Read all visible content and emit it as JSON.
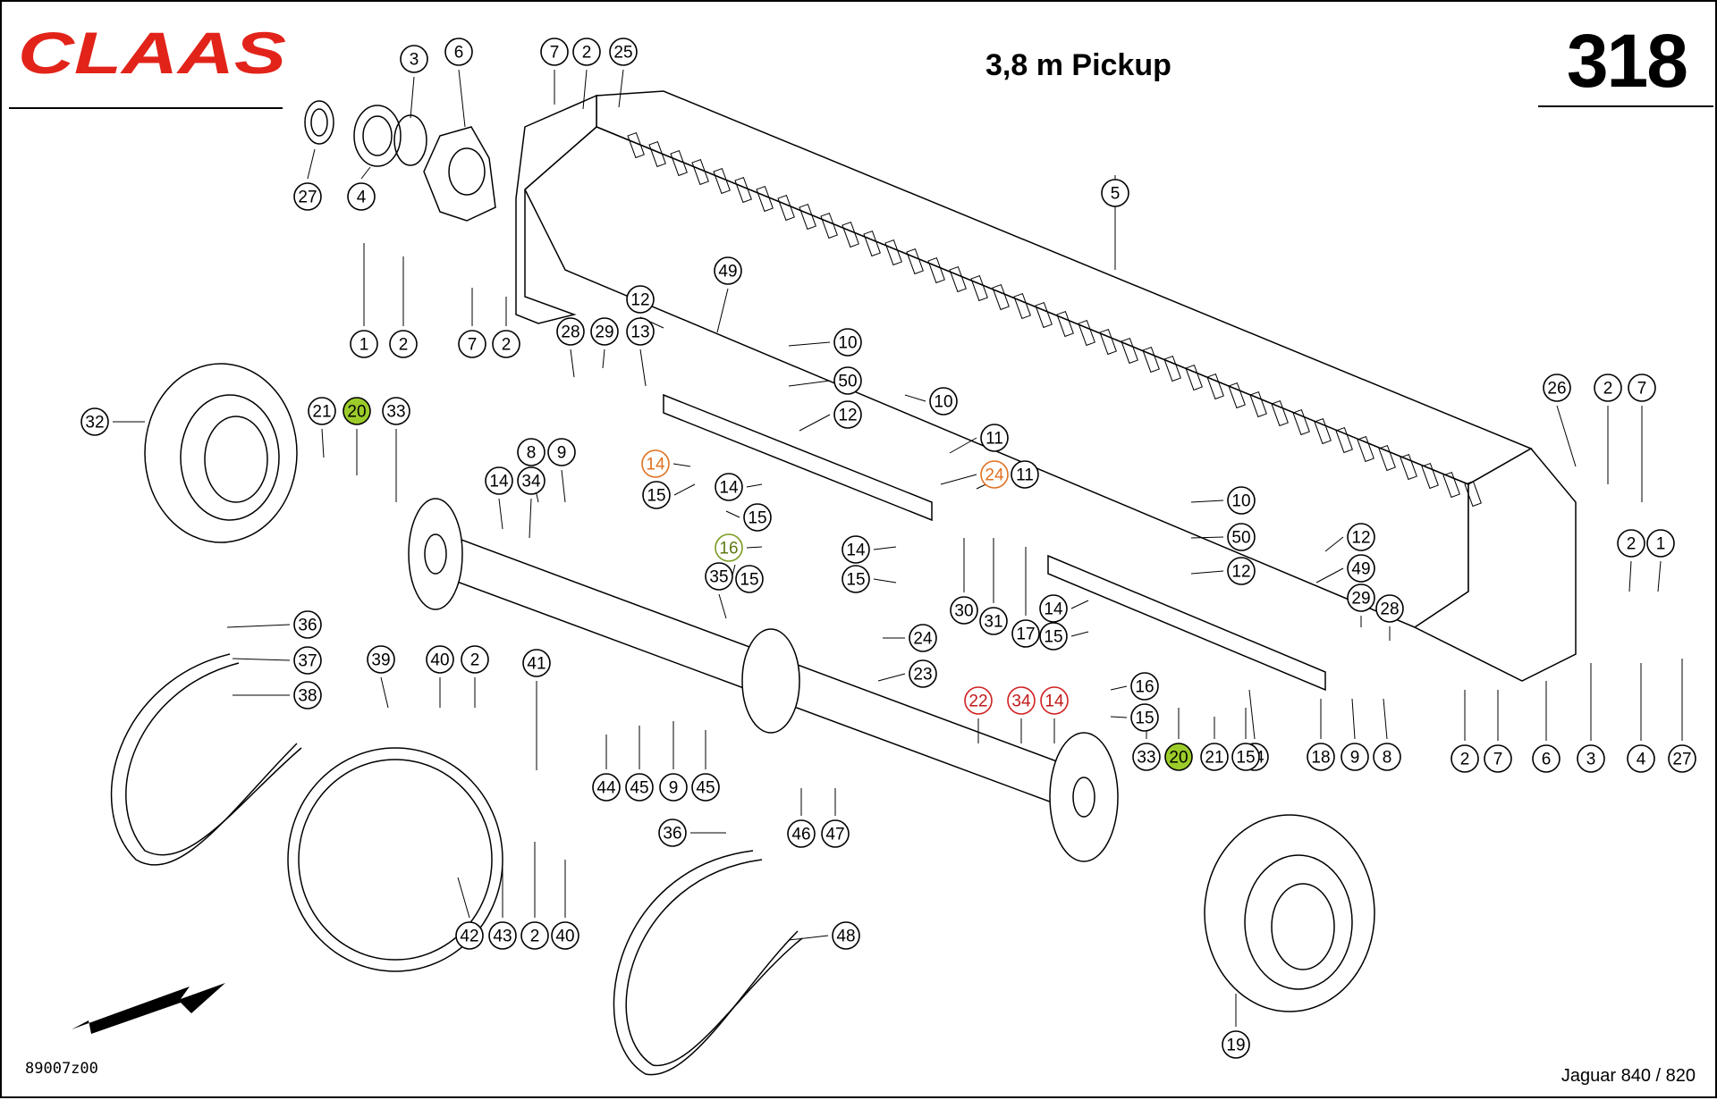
{
  "header": {
    "brand": "CLAAS",
    "title": "3,8 m Pickup",
    "page_number": "318"
  },
  "footer": {
    "drawing_code": "89007z00",
    "model": "Jaguar 840 / 820"
  },
  "colors": {
    "brand_red": "#e2231a",
    "highlight_green": "#9ccc2a",
    "highlight_orange": "#e07020",
    "highlight_olive": "#7a9a20",
    "highlight_red": "#d02020"
  },
  "callouts": [
    {
      "n": "27",
      "hl": ""
    },
    {
      "n": "4",
      "hl": ""
    },
    {
      "n": "3",
      "hl": ""
    },
    {
      "n": "6",
      "hl": ""
    },
    {
      "n": "7",
      "hl": ""
    },
    {
      "n": "2",
      "hl": ""
    },
    {
      "n": "25",
      "hl": ""
    },
    {
      "n": "5",
      "hl": ""
    },
    {
      "n": "1",
      "hl": ""
    },
    {
      "n": "2",
      "hl": ""
    },
    {
      "n": "7",
      "hl": ""
    },
    {
      "n": "2",
      "hl": ""
    },
    {
      "n": "49",
      "hl": ""
    },
    {
      "n": "12",
      "hl": ""
    },
    {
      "n": "28",
      "hl": ""
    },
    {
      "n": "29",
      "hl": ""
    },
    {
      "n": "13",
      "hl": ""
    },
    {
      "n": "10",
      "hl": ""
    },
    {
      "n": "50",
      "hl": ""
    },
    {
      "n": "12",
      "hl": ""
    },
    {
      "n": "10",
      "hl": ""
    },
    {
      "n": "11",
      "hl": ""
    },
    {
      "n": "24",
      "hl": "orange"
    },
    {
      "n": "11",
      "hl": ""
    },
    {
      "n": "32",
      "hl": ""
    },
    {
      "n": "21",
      "hl": ""
    },
    {
      "n": "20",
      "hl": "green"
    },
    {
      "n": "33",
      "hl": ""
    },
    {
      "n": "8",
      "hl": ""
    },
    {
      "n": "9",
      "hl": ""
    },
    {
      "n": "14",
      "hl": "orange"
    },
    {
      "n": "15",
      "hl": ""
    },
    {
      "n": "14",
      "hl": ""
    },
    {
      "n": "34",
      "hl": ""
    },
    {
      "n": "14",
      "hl": ""
    },
    {
      "n": "15",
      "hl": ""
    },
    {
      "n": "16",
      "hl": "olive"
    },
    {
      "n": "14",
      "hl": ""
    },
    {
      "n": "35",
      "hl": ""
    },
    {
      "n": "15",
      "hl": ""
    },
    {
      "n": "15",
      "hl": ""
    },
    {
      "n": "30",
      "hl": ""
    },
    {
      "n": "31",
      "hl": ""
    },
    {
      "n": "17",
      "hl": ""
    },
    {
      "n": "10",
      "hl": ""
    },
    {
      "n": "50",
      "hl": ""
    },
    {
      "n": "12",
      "hl": ""
    },
    {
      "n": "12",
      "hl": ""
    },
    {
      "n": "49",
      "hl": ""
    },
    {
      "n": "14",
      "hl": ""
    },
    {
      "n": "15",
      "hl": ""
    },
    {
      "n": "26",
      "hl": ""
    },
    {
      "n": "2",
      "hl": ""
    },
    {
      "n": "7",
      "hl": ""
    },
    {
      "n": "2",
      "hl": ""
    },
    {
      "n": "1",
      "hl": ""
    },
    {
      "n": "29",
      "hl": ""
    },
    {
      "n": "28",
      "hl": ""
    },
    {
      "n": "36",
      "hl": ""
    },
    {
      "n": "37",
      "hl": ""
    },
    {
      "n": "38",
      "hl": ""
    },
    {
      "n": "39",
      "hl": ""
    },
    {
      "n": "40",
      "hl": ""
    },
    {
      "n": "2",
      "hl": ""
    },
    {
      "n": "41",
      "hl": ""
    },
    {
      "n": "24",
      "hl": ""
    },
    {
      "n": "23",
      "hl": ""
    },
    {
      "n": "22",
      "hl": "red"
    },
    {
      "n": "34",
      "hl": "red"
    },
    {
      "n": "14",
      "hl": "red"
    },
    {
      "n": "16",
      "hl": ""
    },
    {
      "n": "15",
      "hl": ""
    },
    {
      "n": "14",
      "hl": ""
    },
    {
      "n": "18",
      "hl": ""
    },
    {
      "n": "9",
      "hl": ""
    },
    {
      "n": "8",
      "hl": ""
    },
    {
      "n": "44",
      "hl": ""
    },
    {
      "n": "45",
      "hl": ""
    },
    {
      "n": "9",
      "hl": ""
    },
    {
      "n": "45",
      "hl": ""
    },
    {
      "n": "33",
      "hl": ""
    },
    {
      "n": "20",
      "hl": "green"
    },
    {
      "n": "21",
      "hl": ""
    },
    {
      "n": "15",
      "hl": ""
    },
    {
      "n": "2",
      "hl": ""
    },
    {
      "n": "7",
      "hl": ""
    },
    {
      "n": "6",
      "hl": ""
    },
    {
      "n": "3",
      "hl": ""
    },
    {
      "n": "4",
      "hl": ""
    },
    {
      "n": "27",
      "hl": ""
    },
    {
      "n": "46",
      "hl": ""
    },
    {
      "n": "47",
      "hl": ""
    },
    {
      "n": "36",
      "hl": ""
    },
    {
      "n": "42",
      "hl": ""
    },
    {
      "n": "43",
      "hl": ""
    },
    {
      "n": "2",
      "hl": ""
    },
    {
      "n": "40",
      "hl": ""
    },
    {
      "n": "48",
      "hl": ""
    },
    {
      "n": "19",
      "hl": ""
    }
  ]
}
